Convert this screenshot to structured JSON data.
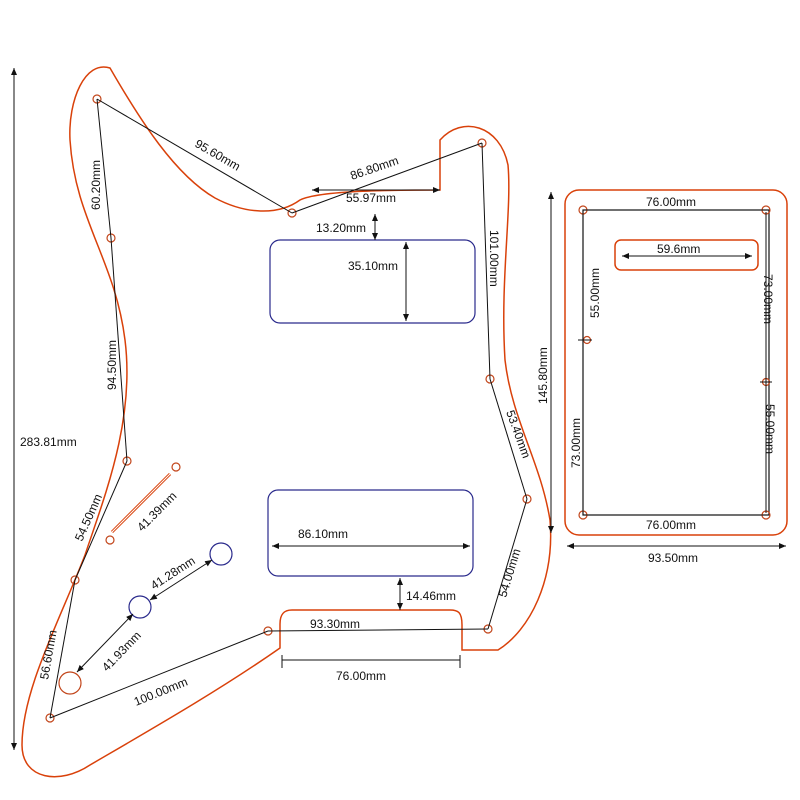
{
  "colors": {
    "outline": "#d9410a",
    "pickup_route": "#2a2a8c",
    "dimension": "#111111"
  },
  "labels": {
    "overall_height": "283.81mm",
    "top_left_diag": "95.60mm",
    "top_horn": "86.80mm",
    "horn_inner": "55.97mm",
    "gap_top": "13.20mm",
    "right_upper": "101.00mm",
    "neck_pickup_h": "35.10mm",
    "left_upper": "60.20mm",
    "left_mid": "94.50mm",
    "right_mid": "53.40mm",
    "switch_slot": "41.39mm",
    "left_lower": "54.50mm",
    "bridge_pickup_w": "86.10mm",
    "knob_spacing_1": "41.28mm",
    "knob_spacing_2": "41.93mm",
    "gap_bottom": "14.46mm",
    "right_lower": "54.00mm",
    "bottom_cutout": "93.30mm",
    "bottom_span": "76.00mm",
    "bottom_diag": "100.00mm",
    "left_bottom": "56.60mm",
    "backplate_height": "145.80mm",
    "backplate_width": "93.50mm",
    "backplate_top": "76.00mm",
    "backplate_bottom": "76.00mm",
    "backplate_slot": "59.6mm",
    "backplate_left_upper": "55.00mm",
    "backplate_left_lower": "73.00mm",
    "backplate_right_upper": "73.00mm",
    "backplate_right_lower": "55.00mm"
  }
}
